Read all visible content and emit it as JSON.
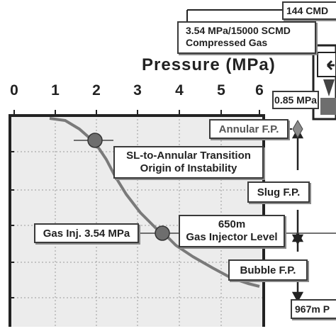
{
  "axis": {
    "title": "Pressure (MPa)",
    "ticks": [
      "0",
      "1",
      "2",
      "3",
      "4",
      "5",
      "6"
    ]
  },
  "top_labels": {
    "rate": "144 CMD",
    "compressed_line1": "3.54 MPa/15000 SCMD",
    "compressed_line2": "Compressed Gas",
    "wellhead_pressure": "0.85 MPa"
  },
  "flow_patterns": {
    "annular": "Annular F.P.",
    "slug": "Slug F.P.",
    "bubble": "Bubble F.P."
  },
  "annotations": {
    "transition_line1": "SL-to-Annular Transition",
    "transition_line2": "Origin of Instability",
    "injection_pressure": "Gas Inj. 3.54 MPa",
    "injector_depth": "650m",
    "injector_label": "Gas Injector Level",
    "bottom_depth": "967m P"
  },
  "colors": {
    "curve": "#7a7a7a",
    "marker": "#6e6e6e",
    "plot_bg": "#ececec",
    "frame": "#222222"
  }
}
